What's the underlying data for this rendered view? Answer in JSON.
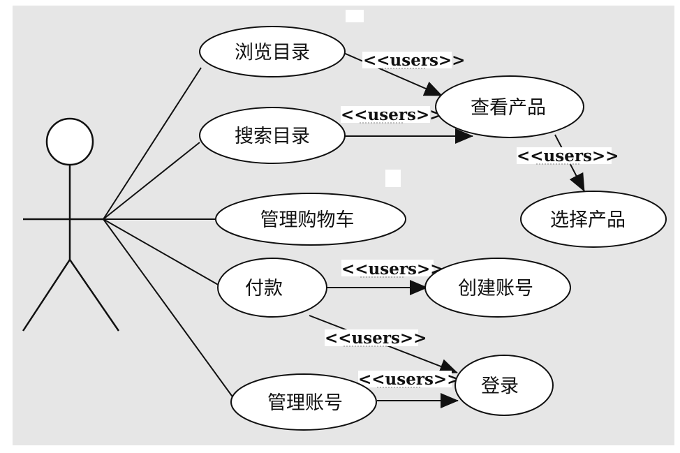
{
  "colors": {
    "canvas": "#e6e6e6",
    "page": "#ffffff",
    "ellipse_fill": "#ffffff",
    "stroke": "#111111",
    "stereotype_underline": "#808080"
  },
  "actor": {
    "label": ""
  },
  "use_cases": {
    "browse_catalog": "浏览目录",
    "search_catalog": "搜索目录",
    "manage_cart": "管理购物车",
    "pay": "付款",
    "manage_account": "管理账号",
    "view_product": "查看产品",
    "select_product": "选择产品",
    "create_account": "创建账号",
    "login": "登录"
  },
  "relationships": [
    {
      "from": "浏览目录",
      "to": "查看产品",
      "label": "<<users>>"
    },
    {
      "from": "搜索目录",
      "to": "查看产品",
      "label": "<<users>>"
    },
    {
      "from": "查看产品",
      "to": "选择产品",
      "label": "<<users>>"
    },
    {
      "from": "付款",
      "to": "创建账号",
      "label": "<<users>>"
    },
    {
      "from": "付款",
      "to": "登录",
      "label": "<<users>>"
    },
    {
      "from": "管理账号",
      "to": "登录",
      "label": "<<users>>"
    }
  ]
}
